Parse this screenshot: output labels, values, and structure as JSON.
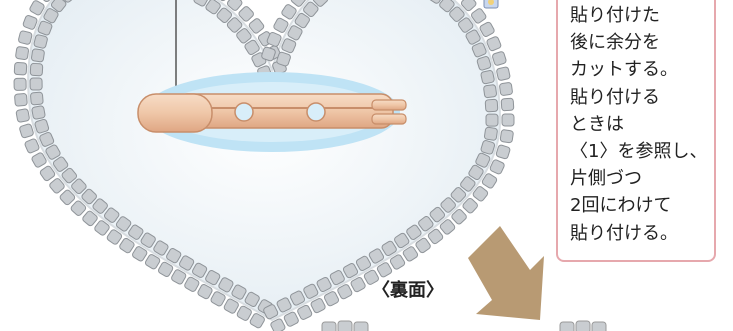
{
  "note": {
    "lines": [
      "",
      "貼り付けた",
      "後に余分を",
      "カットする。",
      "貼り付ける",
      "ときは",
      "〈1〉を参照し、",
      "片側づつ",
      "2回にわけて",
      "貼り付ける。"
    ]
  },
  "back_label": "〈裏面〉",
  "colors": {
    "note_border": "#e6a8ad",
    "bead_fill": "#c9cdd1",
    "heart_fill": "#eef4f8",
    "pin_shadow": "#bfe3f5",
    "pin_metal": "#eec9ad",
    "arrow": "#b89a73"
  }
}
